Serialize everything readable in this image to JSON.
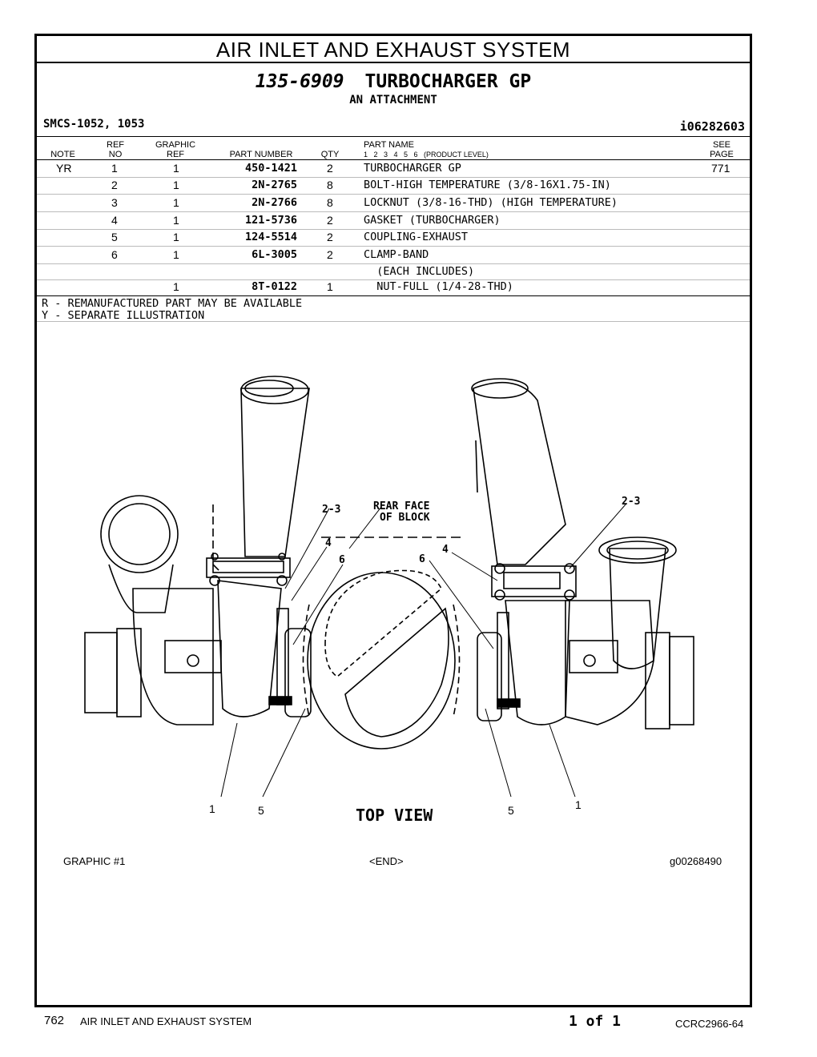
{
  "section_title": "AIR INLET AND EXHAUST SYSTEM",
  "group": {
    "number": "135-6909",
    "name": "TURBOCHARGER GP",
    "subtitle": "AN ATTACHMENT"
  },
  "smcs": "SMCS-1052, 1053",
  "illustration_id": "i06282603",
  "columns": {
    "note": "NOTE",
    "ref_no": [
      "REF",
      "NO"
    ],
    "graphic_ref": [
      "GRAPHIC",
      "REF"
    ],
    "part_number": "PART NUMBER",
    "qty": "QTY",
    "part_name": "PART NAME",
    "product_level": "1   2   3   4   5   6   (PRODUCT LEVEL)",
    "see_page": [
      "SEE",
      "PAGE"
    ]
  },
  "rows": [
    {
      "note": "YR",
      "ref_no": "1",
      "graphic_ref": "1",
      "part_number": "450-1421",
      "qty": "2",
      "part_name": "TURBOCHARGER GP",
      "see_page": "771"
    },
    {
      "note": "",
      "ref_no": "2",
      "graphic_ref": "1",
      "part_number": "2N-2765",
      "qty": "8",
      "part_name": "BOLT-HIGH TEMPERATURE (3/8-16X1.75-IN)",
      "see_page": ""
    },
    {
      "note": "",
      "ref_no": "3",
      "graphic_ref": "1",
      "part_number": "2N-2766",
      "qty": "8",
      "part_name": "LOCKNUT (3/8-16-THD) (HIGH TEMPERATURE)",
      "see_page": ""
    },
    {
      "note": "",
      "ref_no": "4",
      "graphic_ref": "1",
      "part_number": "121-5736",
      "qty": "2",
      "part_name": "GASKET (TURBOCHARGER)",
      "see_page": ""
    },
    {
      "note": "",
      "ref_no": "5",
      "graphic_ref": "1",
      "part_number": "124-5514",
      "qty": "2",
      "part_name": "COUPLING-EXHAUST",
      "see_page": ""
    },
    {
      "note": "",
      "ref_no": "6",
      "graphic_ref": "1",
      "part_number": "6L-3005",
      "qty": "2",
      "part_name": "CLAMP-BAND",
      "see_page": ""
    },
    {
      "note": "",
      "ref_no": "",
      "graphic_ref": "",
      "part_number": "",
      "qty": "",
      "part_name": "  (EACH INCLUDES)",
      "see_page": ""
    },
    {
      "note": "",
      "ref_no": "",
      "graphic_ref": "1",
      "part_number": "8T-0122",
      "qty": "1",
      "part_name": "  NUT-FULL (1/4-28-THD)",
      "see_page": ""
    }
  ],
  "legend": [
    "R - REMANUFACTURED PART MAY BE AVAILABLE",
    "Y - SEPARATE ILLUSTRATION"
  ],
  "illustration": {
    "label_rear_face": [
      "REAR FACE",
      "OF BLOCK"
    ],
    "label_top_view": "TOP VIEW",
    "callouts": {
      "c23_left": "2-3",
      "c23_right": "2-3",
      "c4_left": "4",
      "c4_right": "4",
      "c6_left": "6",
      "c6_right": "6",
      "c1_left": "1",
      "c1_right": "1",
      "c5_left": "5",
      "c5_right": "5"
    }
  },
  "graphic_footer": {
    "left": "GRAPHIC #1",
    "center": "<END>",
    "right": "g00268490"
  },
  "page_footer": {
    "page_number": "762",
    "section": "AIR INLET AND EXHAUST SYSTEM",
    "page_of": "1 of 1",
    "doc_code": "CCRC2966-64"
  }
}
